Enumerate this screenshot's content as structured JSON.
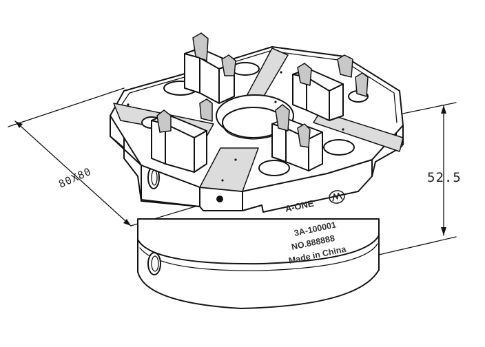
{
  "dimensions": {
    "width_label": "80X80",
    "height_label": "52.5"
  },
  "marking": {
    "brand": "A-ONE",
    "logo_icon": "a-one-logo-icon",
    "model": "3A-100001",
    "serial": "NO.888888",
    "origin": "Made in China"
  }
}
